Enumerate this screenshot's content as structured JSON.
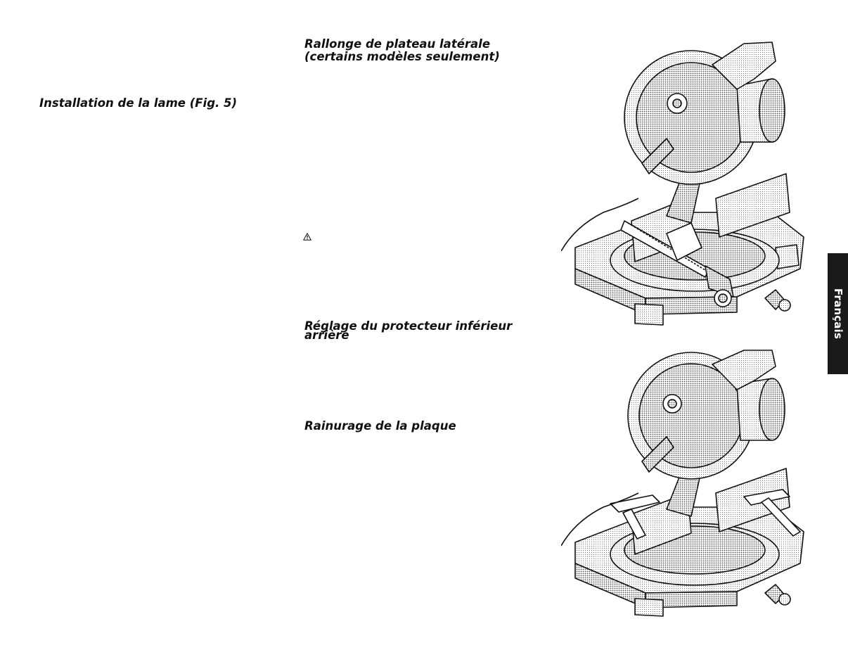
{
  "headings": {
    "installation": "Installation de la lame (Fig. 5)",
    "rallonge_line1": "Rallonge de plateau latérale",
    "rallonge_line2": "(certains modèles seulement)",
    "reglage_line1": "Réglage du protecteur inférieur",
    "reglage_line2": "arrière",
    "rainurage": "Rainurage de la plaque"
  },
  "icons": {
    "warning": "warning-triangle-icon"
  },
  "figures": {
    "top": "miter-saw-with-clamp-illustration",
    "bottom": "miter-saw-with-extensions-illustration"
  },
  "side_tab": {
    "label": "Français",
    "background": "#1a1a1a",
    "text_color": "#ffffff"
  }
}
